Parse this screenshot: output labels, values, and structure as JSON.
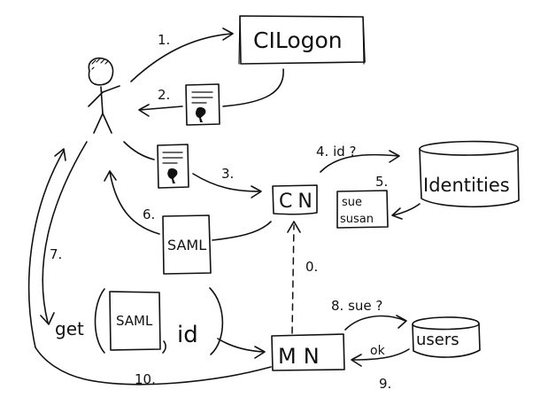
{
  "nodes": {
    "cilogon": "CILogon",
    "cn": "CN",
    "mn": "MN",
    "identities": "Identities",
    "users": "users",
    "saml_doc": "SAML",
    "saml_get": "SAML",
    "get_id": "id",
    "get_word": "get",
    "mapping_line1": "sue",
    "mapping_line2": "susan"
  },
  "steps": {
    "s1": "1.",
    "s2": "2.",
    "s3": "3.",
    "s4": "4. id ?",
    "s5": "5.",
    "s6": "6.",
    "s7": "7.",
    "s0": "0.",
    "s8": "8. sue ?",
    "s9": "9.",
    "s10": "10.",
    "ok": "ok"
  }
}
